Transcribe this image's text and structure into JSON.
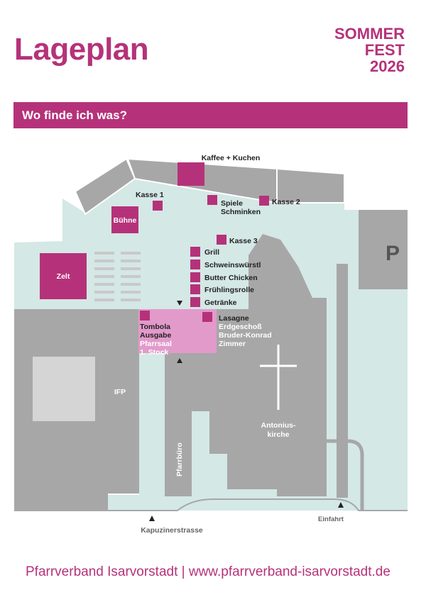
{
  "header": {
    "title": "Lageplan",
    "logo_lines": [
      "SOMMER",
      "FEST",
      "2026"
    ]
  },
  "banner": {
    "text": "Wo finde ich was?"
  },
  "map": {
    "colors": {
      "brand": "#b5327a",
      "light_pink": "#e29acb",
      "area": "#d4e8e5",
      "building": "#a7a7a7",
      "dark_gray": "#8b8b8b",
      "road": "#ffffff"
    },
    "labels": {
      "kaffee": "Kaffee + Kuchen",
      "kasse1": "Kasse 1",
      "kasse2": "Kasse 2",
      "kasse3": "Kasse 3",
      "spiele": "Spiele",
      "schminken": "Schminken",
      "buehne": "Bühne",
      "zelt": "Zelt",
      "grill": "Grill",
      "schweinswuerstl": "Schweinswürstl",
      "butter_chicken": "Butter Chicken",
      "fruehlingsrolle": "Frühlingsrolle",
      "getraenke": "Getränke",
      "tombola": "Tombola",
      "ausgabe": "Ausgabe",
      "pfarrsaal": "Pfarrsaal",
      "stock": "1. Stock",
      "lasagne": "Lasagne",
      "erdgeschoss": "Erdgeschoß",
      "bruder_konrad": "Bruder-Konrad",
      "zimmer": "Zimmer",
      "ifp": "IFP",
      "antonius1": "Antonius-",
      "antonius2": "kirche",
      "pfarrbuero": "Pfarrbüro",
      "parking": "P",
      "kapuzinerstrasse": "Kapuzinerstrasse",
      "einfahrt": "Einfahrt"
    }
  },
  "footer": {
    "text": "Pfarrverband Isarvorstadt |  www.pfarrverband-isarvorstadt.de"
  }
}
